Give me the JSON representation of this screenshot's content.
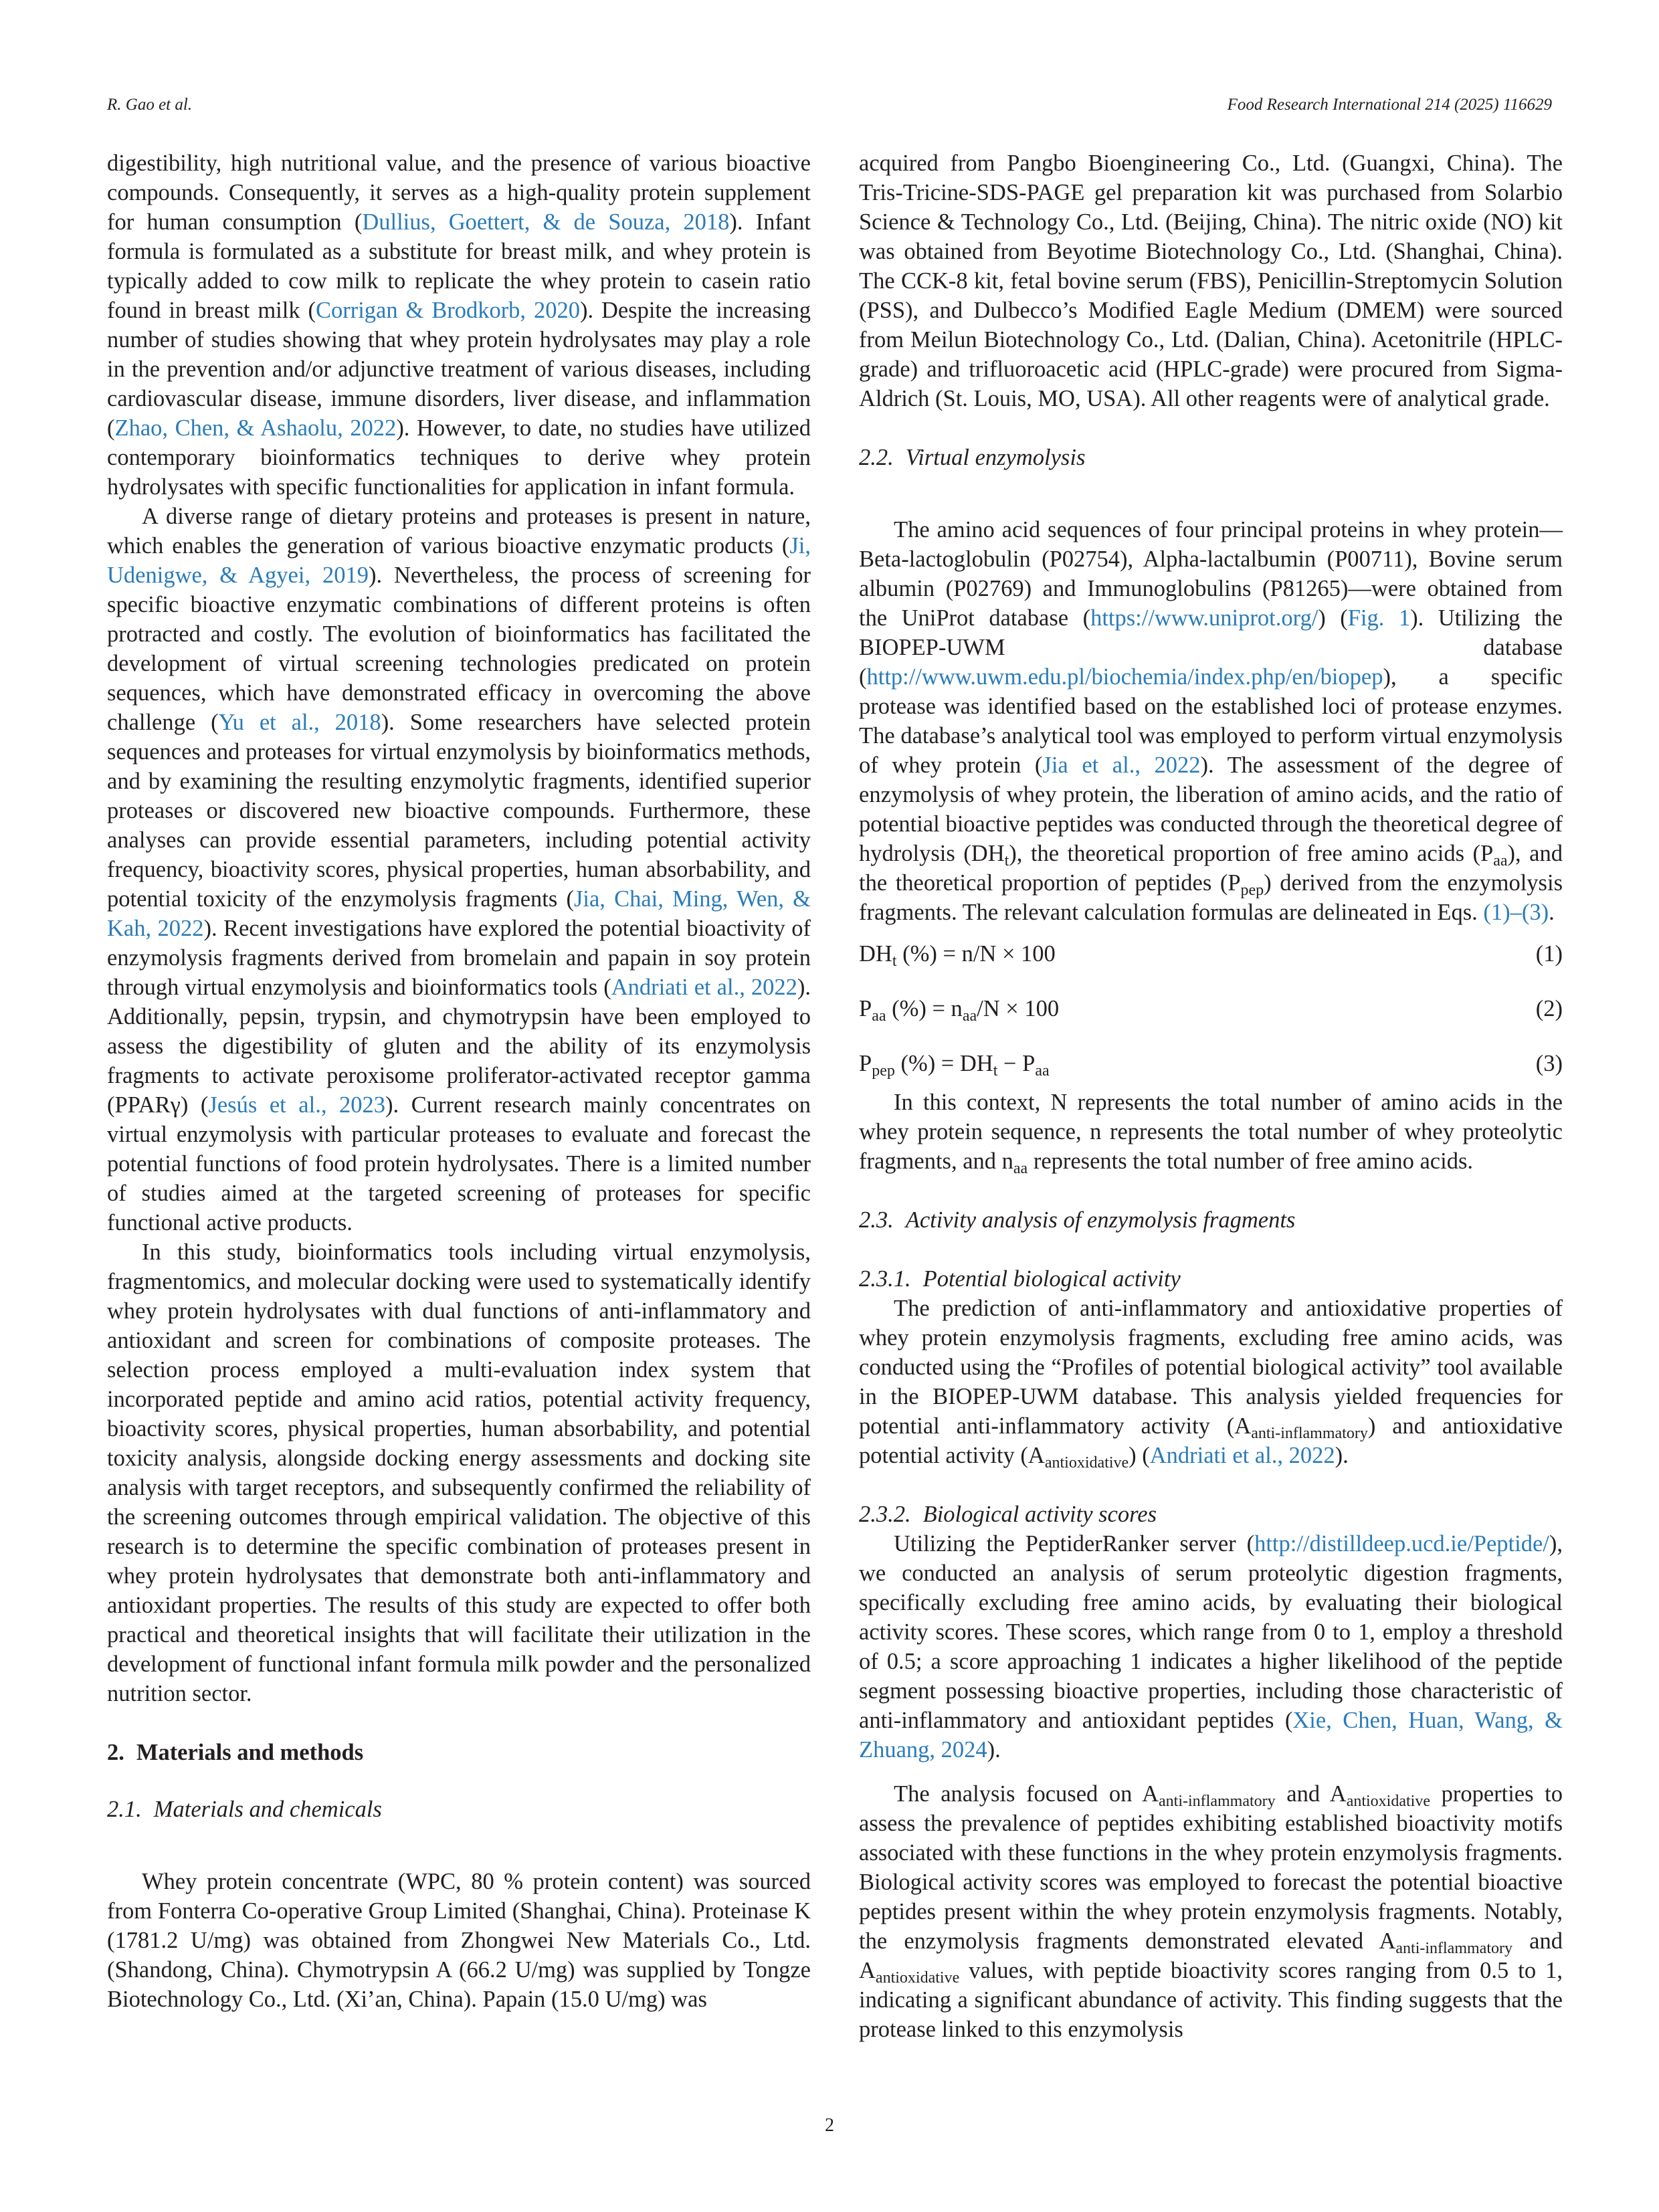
{
  "header": {
    "authors": "R. Gao et al.",
    "journal": "Food Research International 214 (2025) 116629"
  },
  "left": {
    "p1": {
      "a": "digestibility, high nutritional value, and the presence of various bioactive compounds. Consequently, it serves as a high-quality protein supplement for human consumption (",
      "r1": "Dullius, Goettert, & de Souza, 2018",
      "b": "). Infant formula is formulated as a substitute for breast milk, and whey protein is typically added to cow milk to replicate the whey protein to casein ratio found in breast milk (",
      "r2": "Corrigan & Brodkorb, 2020",
      "c": "). Despite the increasing number of studies showing that whey protein hydrolysates may play a role in the prevention and/or adjunctive treatment of various diseases, including cardiovascular disease, immune disorders, liver disease, and inflammation (",
      "r3": "Zhao, Chen, & Ashaolu, 2022",
      "d": "). However, to date, no studies have utilized contemporary bioinformatics techniques to derive whey protein hydrolysates with specific functionalities for application in infant formula."
    },
    "p2": {
      "a": "A diverse range of dietary proteins and proteases is present in nature, which enables the generation of various bioactive enzymatic products (",
      "r1": "Ji, Udenigwe, & Agyei, 2019",
      "b": "). Nevertheless, the process of screening for specific bioactive enzymatic combinations of different proteins is often protracted and costly. The evolution of bioinformatics has facilitated the development of virtual screening technologies predicated on protein sequences, which have demonstrated efficacy in overcoming the above challenge (",
      "r2": "Yu et al., 2018",
      "c": "). Some researchers have selected protein sequences and proteases for virtual enzymolysis by bioinformatics methods, and by examining the resulting enzymolytic fragments, identified superior proteases or discovered new bioactive compounds. Furthermore, these analyses can provide essential parameters, including potential activity frequency, bioactivity scores, physical properties, human absorbability, and potential toxicity of the enzymolysis fragments (",
      "r3": "Jia, Chai, Ming, Wen, & Kah, 2022",
      "d": "). Recent investigations have explored the potential bioactivity of enzymolysis fragments derived from bromelain and papain in soy protein through virtual enzymolysis and bioinformatics tools (",
      "r4": "Andriati et al., 2022",
      "e": "). Additionally, pepsin, trypsin, and chymotrypsin have been employed to assess the digestibility of gluten and the ability of its enzymolysis fragments to activate peroxisome proliferator-activated receptor gamma (PPARγ) (",
      "r5": "Jesús et al., 2023",
      "f": "). Current research mainly concentrates on virtual enzymolysis with particular proteases to evaluate and forecast the potential functions of food protein hydrolysates. There is a limited number of studies aimed at the targeted screening of proteases for specific functional active products."
    },
    "p3": "In this study, bioinformatics tools including virtual enzymolysis, fragmentomics, and molecular docking were used to systematically identify whey protein hydrolysates with dual functions of anti-inflammatory and antioxidant and screen for combinations of composite proteases. The selection process employed a multi-evaluation index system that incorporated peptide and amino acid ratios, potential activity frequency, bioactivity scores, physical properties, human absorbability, and potential toxicity analysis, alongside docking energy assessments and docking site analysis with target receptors, and subsequently confirmed the reliability of the screening outcomes through empirical validation. The objective of this research is to determine the specific combination of proteases present in whey protein hydrolysates that demonstrate both anti-inflammatory and antioxidant properties. The results of this study are expected to offer both practical and theoretical insights that will facilitate their utilization in the development of functional infant formula milk powder and the personalized nutrition sector.",
    "sec2": {
      "num": "2.",
      "title": "Materials and methods"
    },
    "sec21": {
      "num": "2.1.",
      "title": "Materials and chemicals"
    },
    "p4": "Whey protein concentrate (WPC, 80 % protein content) was sourced from Fonterra Co-operative Group Limited (Shanghai, China). Proteinase K (1781.2 U/mg) was obtained from Zhongwei New Materials Co., Ltd. (Shandong, China). Chymotrypsin A (66.2 U/mg) was supplied by Tongze Biotechnology Co., Ltd. (Xi’an, China). Papain (15.0 U/mg) was"
  },
  "right": {
    "p1": "acquired from Pangbo Bioengineering Co., Ltd. (Guangxi, China). The Tris-Tricine-SDS-PAGE gel preparation kit was purchased from Solarbio Science & Technology Co., Ltd. (Beijing, China). The nitric oxide (NO) kit was obtained from Beyotime Biotechnology Co., Ltd. (Shanghai, China). The CCK-8 kit, fetal bovine serum (FBS), Penicillin-Streptomycin Solution (PSS), and Dulbecco’s Modified Eagle Medium (DMEM) were sourced from Meilun Biotechnology Co., Ltd. (Dalian, China). Acetonitrile (HPLC-grade) and trifluoroacetic acid (HPLC-grade) were procured from Sigma-Aldrich (St. Louis, MO, USA). All other reagents were of analytical grade.",
    "sec22": {
      "num": "2.2.",
      "title": "Virtual enzymolysis"
    },
    "p2": {
      "a": "The amino acid sequences of four principal proteins in whey protein—Beta-lactoglobulin (P02754), Alpha-lactalbumin (P00711), Bovine serum albumin (P02769) and Immunoglobulins (P81265)—were obtained from the UniProt database (",
      "r1": "https://www.uniprot.org/",
      "b": ") (",
      "r2": "Fig. 1",
      "c": "). Utilizing the BIOPEP-UWM database (",
      "r3": "http://www.uwm.edu.pl/biochemia/index.php/en/biopep",
      "d": "), a specific protease was identified based on the established loci of protease enzymes. The database’s analytical tool was employed to perform virtual enzymolysis of whey protein (",
      "r4": "Jia et al., 2022",
      "e": "). The assessment of the degree of enzymolysis of whey protein, the liberation of amino acids, and the ratio of potential bioactive peptides was conducted through the theoretical degree of hydrolysis (DH",
      "s1": "t",
      "f": "), the theoretical proportion of free amino acids (P",
      "s2": "aa",
      "g": "), and the theoretical proportion of peptides (P",
      "s3": "pep",
      "h": ") derived from the enzymolysis fragments. The relevant calculation formulas are delineated in Eqs. ",
      "r5": "(1)–(3)",
      "i": "."
    },
    "eq1": {
      "lhs": "DH",
      "lsub": "t",
      "rhs": " (%) = n/N × 100",
      "num": "(1)"
    },
    "eq2": {
      "lhs": "P",
      "lsub": "aa",
      "rhs1": " (%) = n",
      "rsub": "aa",
      "rhs2": "/N × 100",
      "num": "(2)"
    },
    "eq3": {
      "lhs": "P",
      "lsub": "pep",
      "rhs1": " (%) = DH",
      "rsub1": "t",
      "rhs2": " − P",
      "rsub2": "aa",
      "num": "(3)"
    },
    "p3": {
      "a": "In this context, N represents the total number of amino acids in the whey protein sequence, n represents the total number of whey proteolytic fragments, and n",
      "s1": "aa",
      "b": " represents the total number of free amino acids."
    },
    "sec23": {
      "num": "2.3.",
      "title": "Activity analysis of enzymolysis fragments"
    },
    "sec231": {
      "num": "2.3.1.",
      "title": "Potential biological activity"
    },
    "p4": {
      "a": "The prediction of anti-inflammatory and antioxidative properties of whey protein enzymolysis fragments, excluding free amino acids, was conducted using the “Profiles of potential biological activity” tool available in the BIOPEP-UWM database. This analysis yielded frequencies for potential anti-inflammatory activity (A",
      "s1": "anti-inflammatory",
      "b": ") and antioxidative potential activity (A",
      "s2": "antioxidative",
      "c": ") (",
      "r1": "Andriati et al., 2022",
      "d": ")."
    },
    "sec232": {
      "num": "2.3.2.",
      "title": "Biological activity scores"
    },
    "p5": {
      "a": "Utilizing the PeptiderRanker server (",
      "r1": "http://distilldeep.ucd.ie/Peptide/",
      "b": "), we conducted an analysis of serum proteolytic digestion fragments, specifically excluding free amino acids, by evaluating their biological activity scores. These scores, which range from 0 to 1, employ a threshold of 0.5; a score approaching 1 indicates a higher likelihood of the peptide segment possessing bioactive properties, including those characteristic of anti-inflammatory and antioxidant peptides (",
      "r2": "Xie, Chen, Huan, Wang, & Zhuang, 2024",
      "c": ")."
    },
    "p6": {
      "a": "The analysis focused on A",
      "s1": "anti-inflammatory",
      "b": " and A",
      "s2": "antioxidative",
      "c": " properties to assess the prevalence of peptides exhibiting established bioactivity motifs associated with these functions in the whey protein enzymolysis fragments. Biological activity scores was employed to forecast the potential bioactive peptides present within the whey protein enzymolysis fragments. Notably, the enzymolysis fragments demonstrated elevated A",
      "s3": "anti-inflammatory",
      "d": " and A",
      "s4": "antioxidative",
      "e": " values, with peptide bioactivity scores ranging from 0.5 to 1, indicating a significant abundance of activity. This finding suggests that the protease linked to this enzymolysis"
    }
  },
  "footer": {
    "page_number": "2"
  }
}
